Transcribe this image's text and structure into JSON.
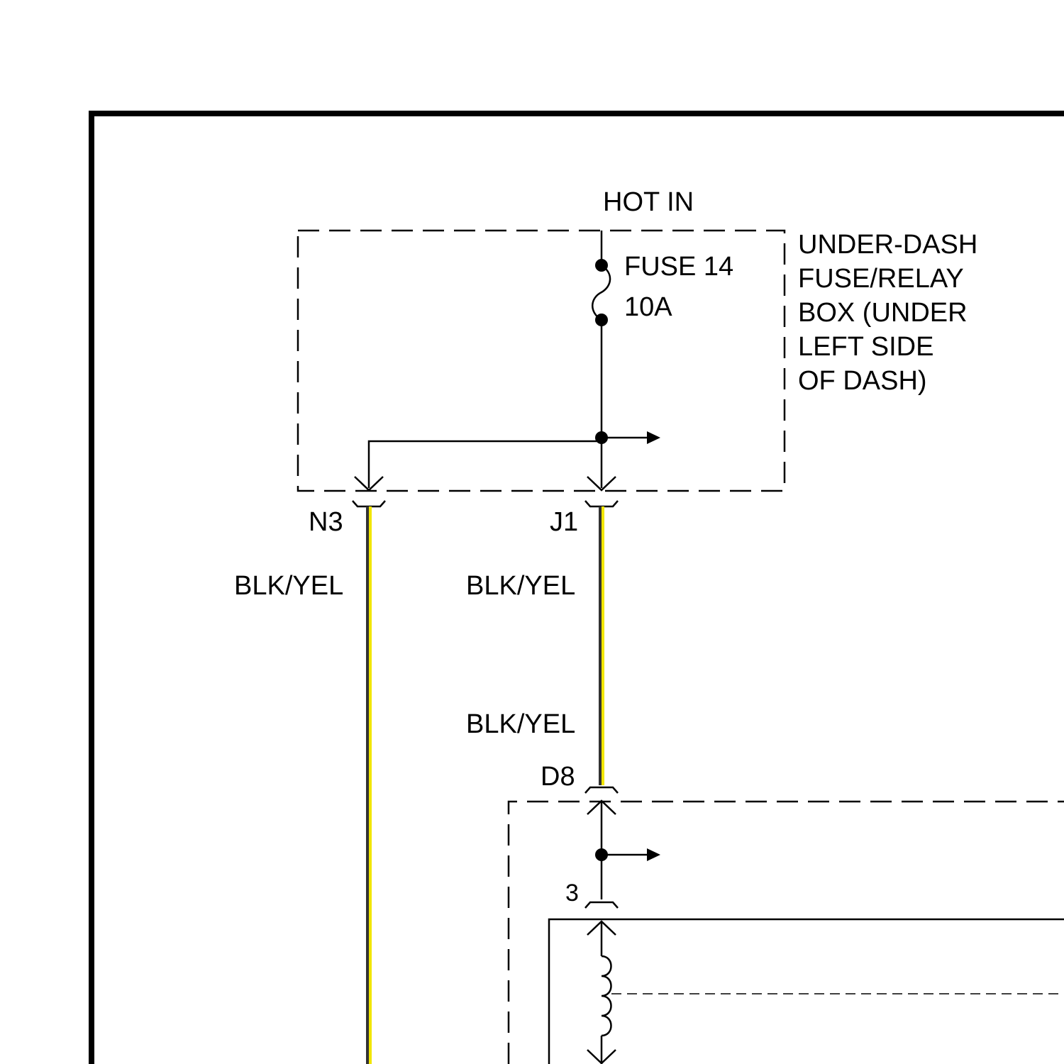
{
  "labels": {
    "hot_in": "HOT IN",
    "fuse_name": "FUSE 14",
    "fuse_rating": "10A",
    "fuse_box": [
      "UNDER-DASH",
      "FUSE/RELAY",
      "BOX (UNDER",
      "LEFT SIDE",
      "OF DASH)"
    ],
    "connector_n3": "N3",
    "connector_j1": "J1",
    "connector_d8": "D8",
    "pin_3": "3",
    "wire_left": "BLK/YEL",
    "wire_right_upper": "BLK/YEL",
    "wire_right_lower": "BLK/YEL"
  },
  "colors": {
    "line": "#000000",
    "wire_blk_yel_stripe": "#f2e600",
    "background": "#ffffff"
  }
}
